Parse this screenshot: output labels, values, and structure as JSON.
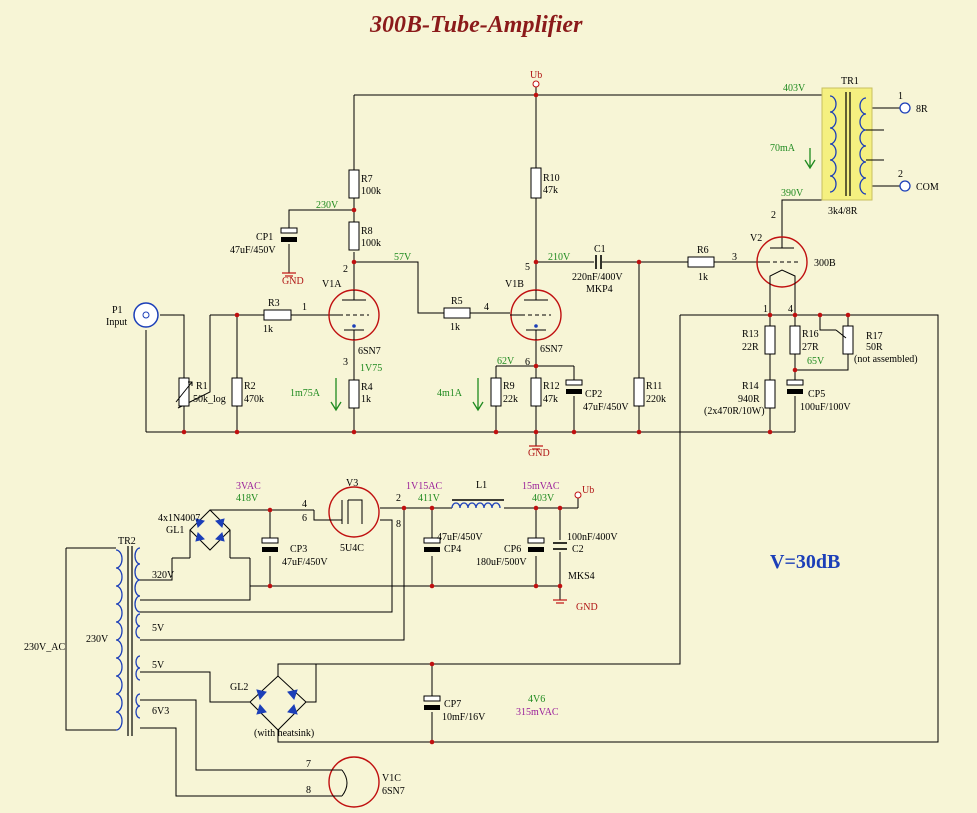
{
  "title": "300B-Tube-Amplifier",
  "gain_label": "V=30dB",
  "supply": {
    "ub_top": "Ub",
    "ub_psu": "Ub",
    "gnd": "GND"
  },
  "labels": {
    "P1": "P1",
    "P1_sub": "Input",
    "R1": "R1",
    "R1_val": "50k_log",
    "R2": "R2",
    "R2_val": "470k",
    "R3": "R3",
    "R3_val": "1k",
    "R4": "R4",
    "R4_val": "1k",
    "R5": "R5",
    "R5_val": "1k",
    "R6": "R6",
    "R6_val": "1k",
    "R7": "R7",
    "R7_val": "100k",
    "R8": "R8",
    "R8_val": "100k",
    "R9": "R9",
    "R9_val": "22k",
    "R10": "R10",
    "R10_val": "47k",
    "R11": "R11",
    "R11_val": "220k",
    "R12": "R12",
    "R12_val": "47k",
    "R13": "R13",
    "R13_val": "22R",
    "R14": "R14",
    "R14_val": "940R",
    "R14_note": "(2x470R/10W)",
    "R16": "R16",
    "R16_val": "27R",
    "R17": "R17",
    "R17_val": "50R",
    "R17_note": "(not assembled)",
    "CP1": "CP1",
    "CP1_val": "47uF/450V",
    "CP2": "CP2",
    "CP2_val": "47uF/450V",
    "CP3": "CP3",
    "CP3_val": "47uF/450V",
    "CP4": "CP4",
    "CP4_val": "47uF/450V",
    "CP5": "CP5",
    "CP5_val": "100uF/100V",
    "CP6": "CP6",
    "CP6_val": "180uF/500V",
    "CP7": "CP7",
    "CP7_val": "10mF/16V",
    "C1": "C1",
    "C1_val": "220nF/400V",
    "C1_type": "MKP4",
    "C2": "C2",
    "C2_val": "100nF/400V",
    "C2_type": "MKS4",
    "L1": "L1",
    "V1A": "V1A",
    "V1A_type": "6SN7",
    "V1B": "V1B",
    "V1B_type": "6SN7",
    "V1C": "V1C",
    "V1C_type": "6SN7",
    "V2": "V2",
    "V2_type": "300B",
    "V3": "V3",
    "V3_type": "5U4C",
    "TR1": "TR1",
    "TR1_val": "3k4/8R",
    "TR2": "TR2",
    "GL1": "GL1",
    "GL1_val": "4x1N4007",
    "GL2": "GL2",
    "GL2_note": "(with heatsink)",
    "out_8R": "8R",
    "out_COM": "COM",
    "tr2_230": "230V",
    "tr2_320": "320V",
    "tr2_5v_a": "5V",
    "tr2_5v_b": "5V",
    "tr2_6v3": "6V3",
    "mains": "230V_AC"
  },
  "pins": {
    "v1a_grid": "1",
    "v1a_anode": "2",
    "v1a_cath": "3",
    "v1b_grid": "4",
    "v1b_anode": "5",
    "v1b_cath": "6",
    "v2_anode": "2",
    "v2_grid": "3",
    "v2_f1": "1",
    "v2_f2": "4",
    "tr1_1": "1",
    "tr1_2": "2",
    "v3_4": "4",
    "v3_6": "6",
    "v3_2": "2",
    "v3_8": "8",
    "v1c_7": "7",
    "v1c_8": "8"
  },
  "voltages": {
    "v403_top": "403V",
    "v390": "390V",
    "i70mA": "70mA",
    "v230": "230V",
    "v57": "57V",
    "v210": "210V",
    "v1v75": "1V75",
    "i1m75A": "1m75A",
    "v62": "62V",
    "i4m1A": "4m1A",
    "v65": "65V",
    "v3vac": "3VAC",
    "v418": "418V",
    "v1v15ac": "1V15AC",
    "v411": "411V",
    "v15mvac": "15mVAC",
    "v403_psu": "403V",
    "v4v6": "4V6",
    "v315mvac": "315mVAC"
  },
  "colors": {
    "background": "#f7f5d6",
    "tube": "#c01010",
    "voltage": "#1f8a1f",
    "ripple": "#9a1e9a",
    "component": "#1c3fb8",
    "title": "#8b1a1a"
  }
}
